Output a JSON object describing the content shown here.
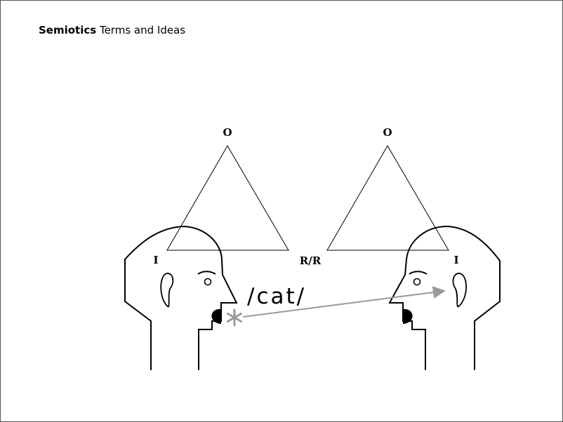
{
  "title": {
    "bold": "Semiotics",
    "rest": "Terms and Ideas"
  },
  "diagram": {
    "left_triangle": {
      "top_label": "O",
      "left_label": "I",
      "right_label": "R/R"
    },
    "right_triangle": {
      "top_label": "O",
      "right_label": "I"
    },
    "utterance": "/cat/",
    "spark_glyph": "*",
    "colors": {
      "line": "#000000",
      "arrow": "#999999",
      "border": "#555555"
    }
  }
}
